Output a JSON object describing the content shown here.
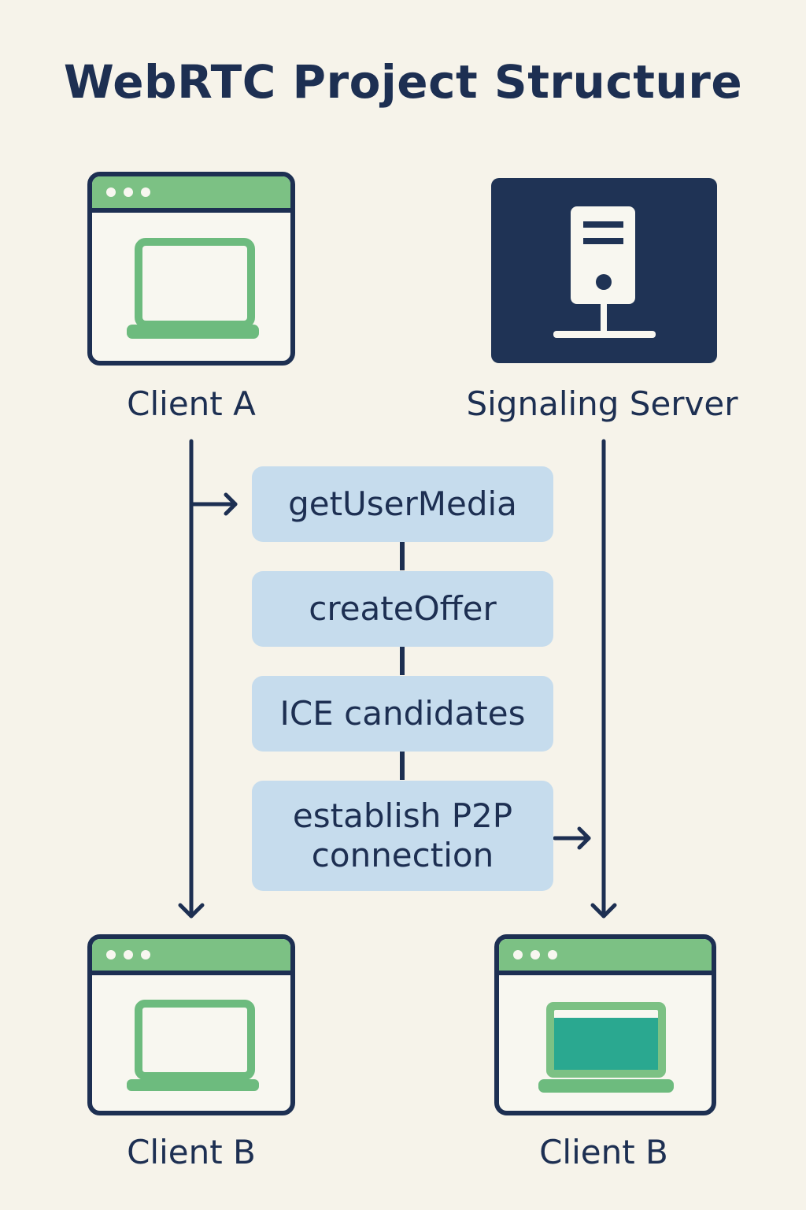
{
  "title": "WebRTC Project Structure",
  "nodes": {
    "client_a": {
      "label": "Client A",
      "icon": "laptop-icon"
    },
    "signaling_server": {
      "label": "Signaling Server",
      "icon": "server-icon"
    },
    "client_b_left": {
      "label": "Client B",
      "icon": "laptop-icon"
    },
    "client_b_right": {
      "label": "Client B",
      "icon": "laptop-screen-icon"
    }
  },
  "steps": [
    {
      "label": "getUserMedia"
    },
    {
      "label": "createOffer"
    },
    {
      "label": "ICE candidates"
    },
    {
      "label": "establish P2P connection"
    }
  ],
  "colors": {
    "navy": "#1d2f52",
    "server_fill": "#1f3355",
    "window_bar_green": "#7cc184",
    "laptop_green": "#6dbb7e",
    "screen_teal": "#2aa890",
    "step_fill": "#c6dced",
    "background": "#f6f3ea"
  }
}
